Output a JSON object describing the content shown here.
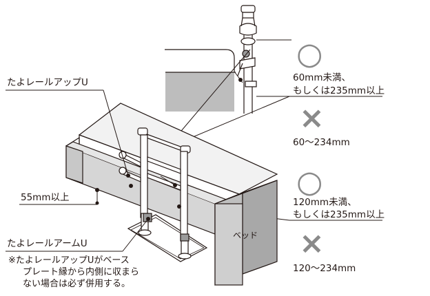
{
  "labels": {
    "rail_top": "たよレールアップU",
    "min_height": "55mm以上",
    "arm": "たよレールアームU",
    "bed": "ベッド"
  },
  "note_lines": [
    "※たよレールアップUがベース",
    "プレート縁から内側に収まら",
    "ない場合は必ず併用する。"
  ],
  "rules": [
    {
      "ok_symbol": "○",
      "ok_line1": "60mm未満、",
      "ok_line2": "もしくは235mm以上",
      "ng_symbol": "×",
      "ng_range": "60〜234mm"
    },
    {
      "ok_symbol": "○",
      "ok_line1": "120mm未満、",
      "ok_line2": "もしくは235mm以上",
      "ng_symbol": "×",
      "ng_range": "120〜234mm"
    }
  ],
  "colors": {
    "line": "#231815",
    "gray_light": "#ebebeb",
    "gray_mid": "#bdbdbd",
    "gray_dark": "#9a9a9a",
    "symbol": "#8a8a8a"
  }
}
